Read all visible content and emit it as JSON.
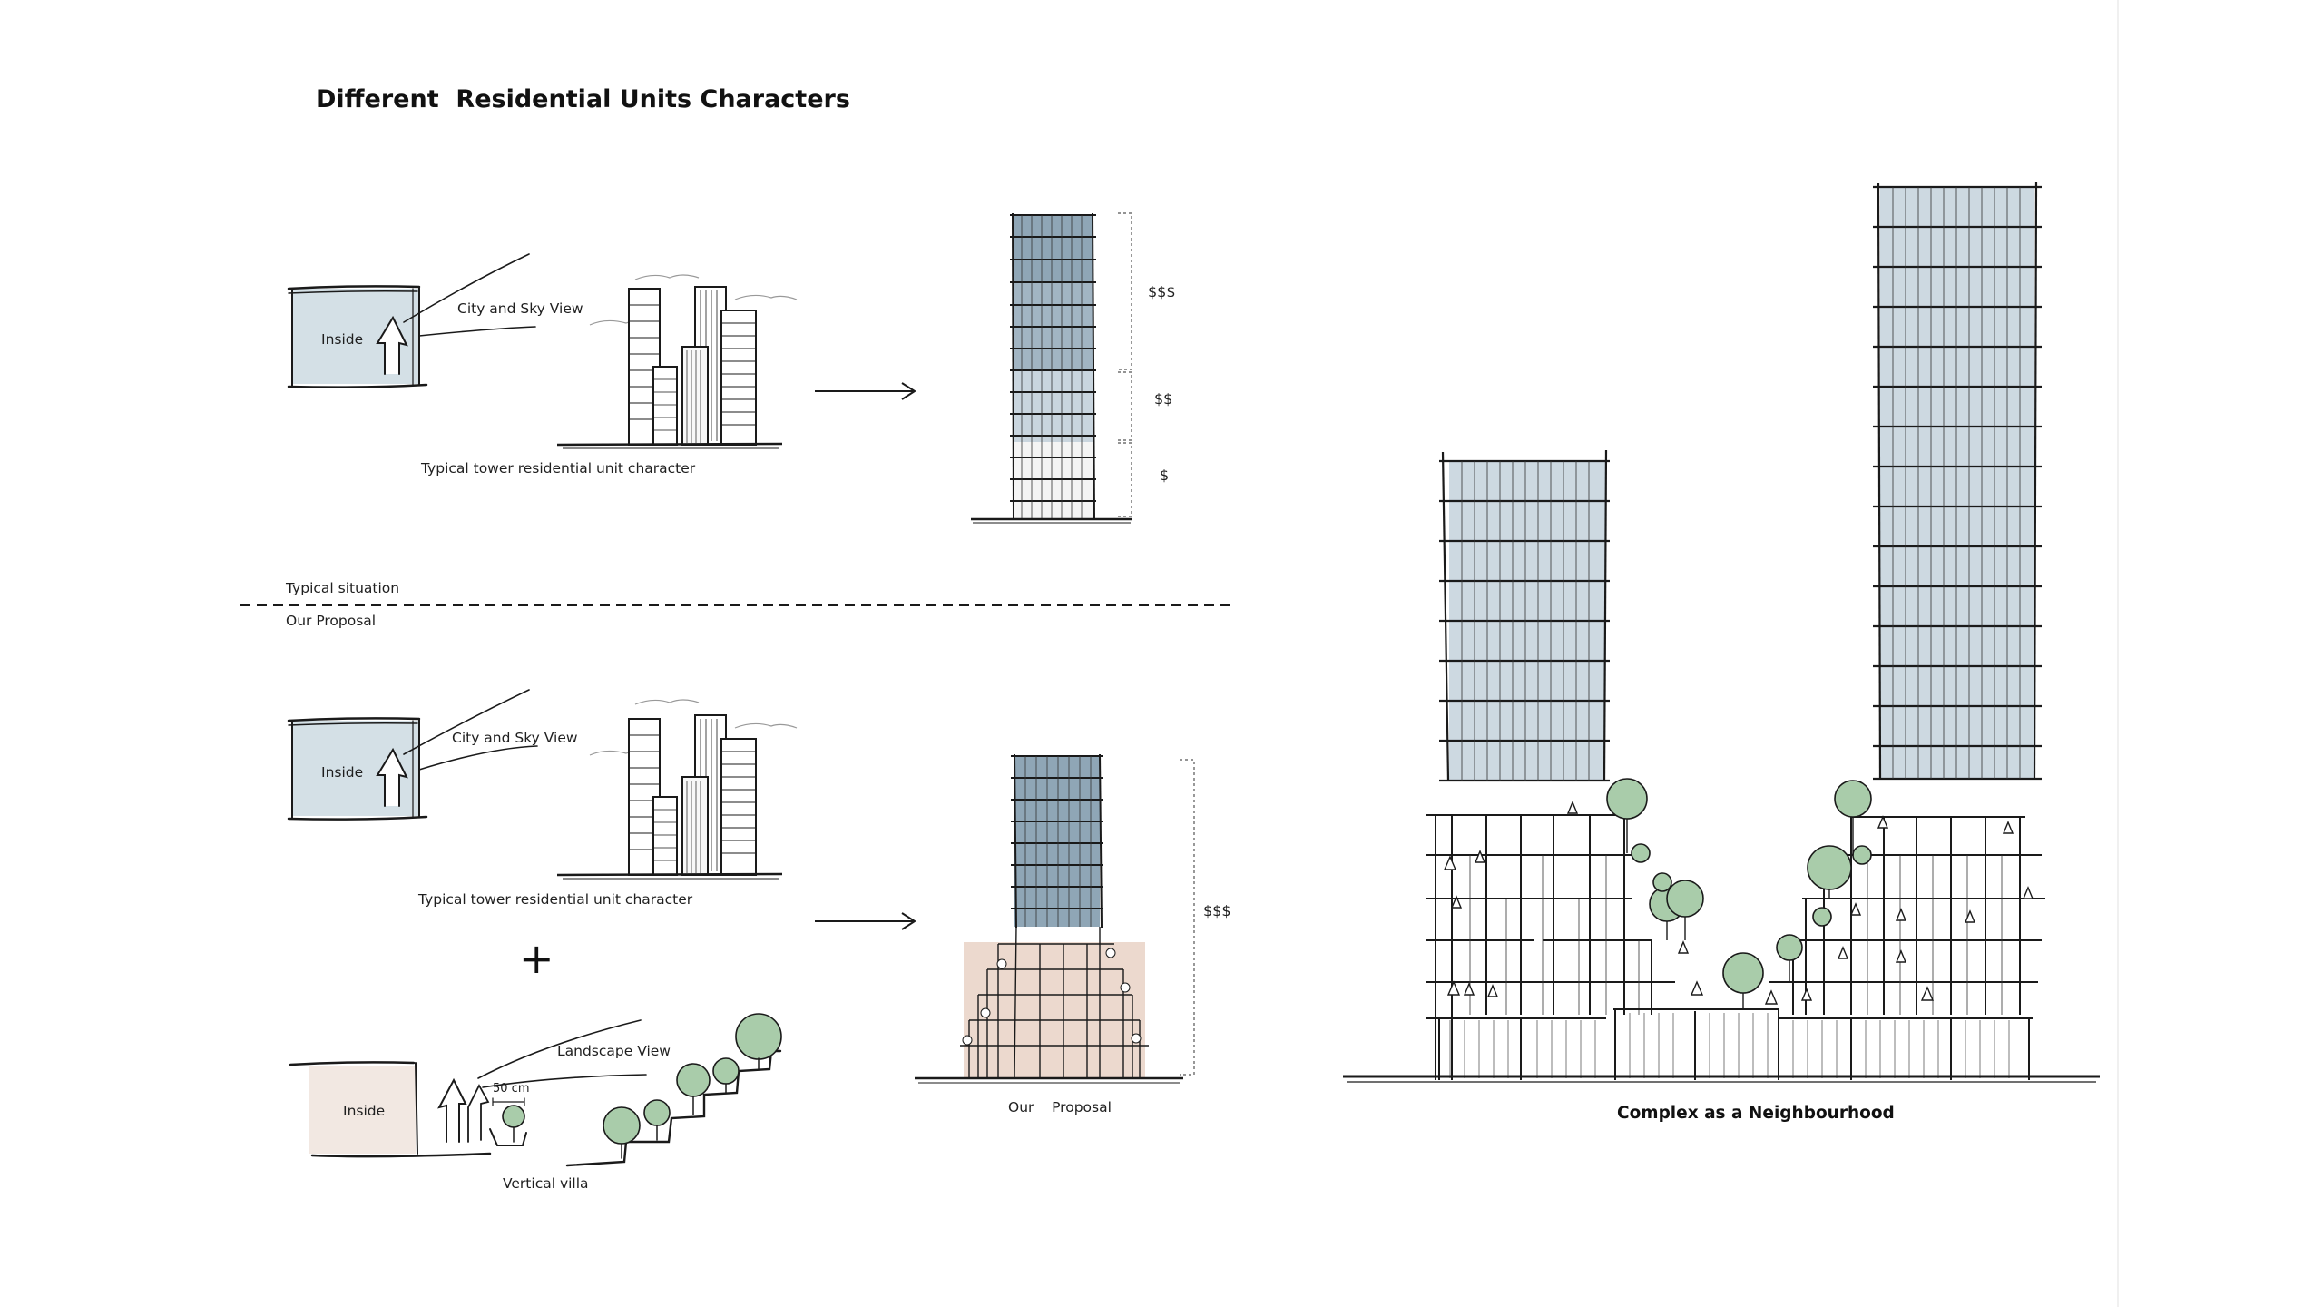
{
  "title": "Different  Residential Units Characters",
  "divider": {
    "above": "Typical situation",
    "below": "Our Proposal"
  },
  "typical": {
    "inside": "Inside",
    "view": "City and Sky View",
    "caption": "Typical tower residential unit character",
    "price_tiers": [
      "$$$",
      "$$",
      "$"
    ]
  },
  "proposal": {
    "inside": "Inside",
    "view": "City and Sky View",
    "caption": "Typical tower residential unit character",
    "plus": "+",
    "villa": {
      "inside": "Inside",
      "view": "Landscape View",
      "dimension": "50 cm",
      "caption": "Vertical villa"
    },
    "result_label": "Our    Proposal",
    "price_tier": "$$$"
  },
  "complex_caption": "Complex as a Neighbourhood",
  "colors": {
    "glass": "#9fb2c1",
    "glass_light": "#cdd9e1",
    "interior_blue": "#d4e0e6",
    "interior_warm": "#f2e8e2",
    "podium_warm": "#ecd9ce",
    "tree_green": "#a9ccaa",
    "ink": "#1a1a1a"
  }
}
